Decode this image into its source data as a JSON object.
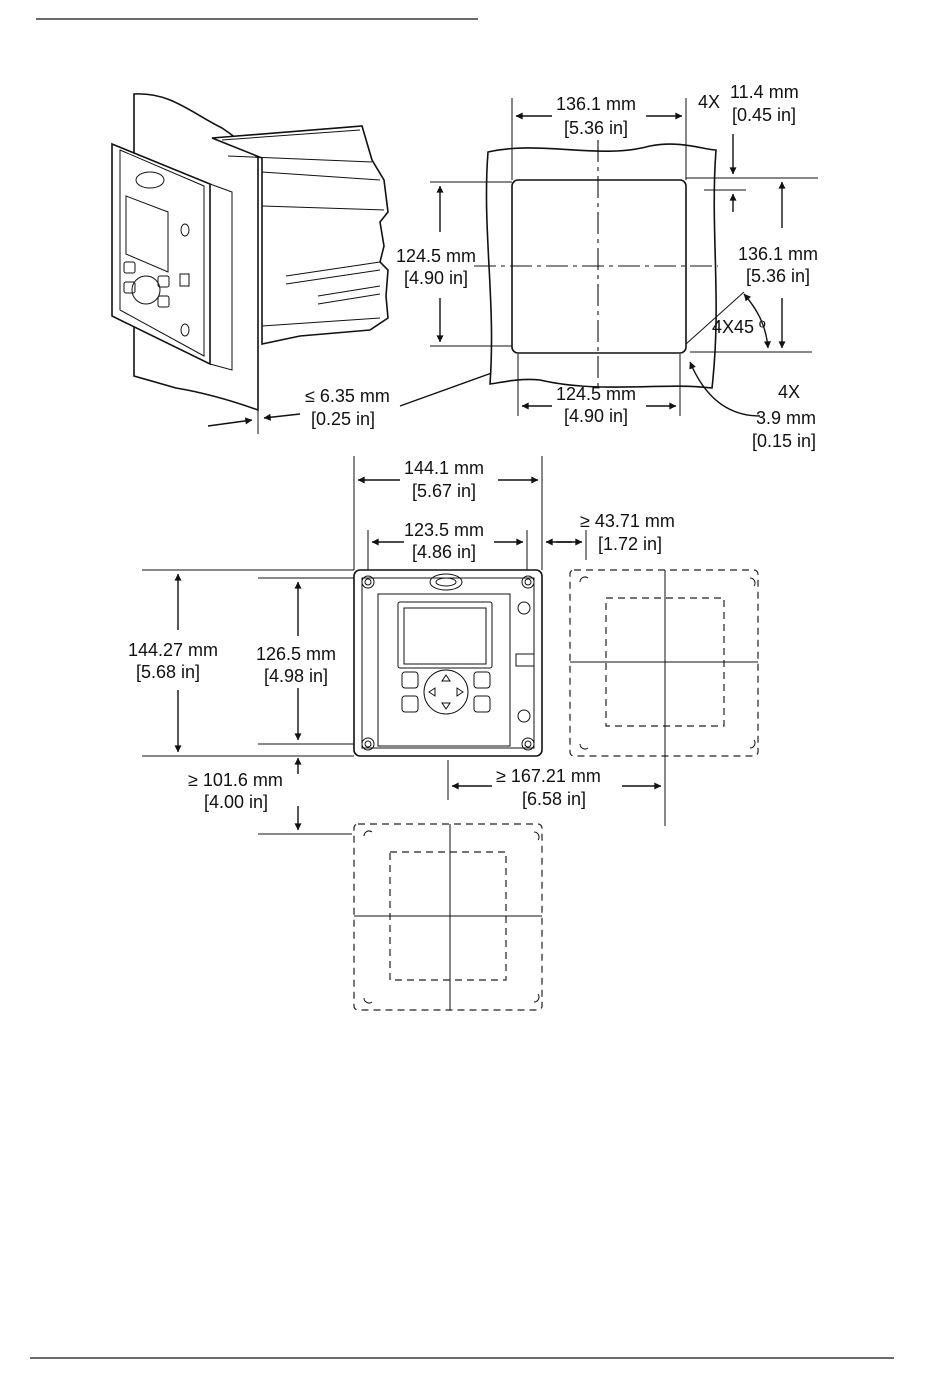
{
  "panel_cutout": {
    "width_mm": "136.1 mm",
    "width_in": "[5.36 in]",
    "corner_offset_count": "4X",
    "corner_offset_mm": "11.4 mm",
    "corner_offset_in": "[0.45 in]",
    "height_mm": "124.5 mm",
    "height_in": "[4.90 in]",
    "side_mm": "136.1 mm",
    "side_in": "[5.36 in]",
    "angle": "4X45 º",
    "bottom_mm": "124.5 mm",
    "bottom_in": "[4.90 in]",
    "radius_count": "4X",
    "radius_mm": "3.9 mm",
    "radius_in": "[0.15 in]",
    "thickness_mm": "≤ 6.35 mm",
    "thickness_in": "[0.25 in]"
  },
  "front_view": {
    "overall_width_mm": "144.1 mm",
    "overall_width_in": "[5.67 in]",
    "hole_width_mm": "123.5 mm",
    "hole_width_in": "[4.86 in]",
    "spacing_right_mm": "≥ 43.71 mm",
    "spacing_right_in": "[1.72 in]",
    "overall_height_mm": "144.27 mm",
    "overall_height_in": "[5.68 in]",
    "hole_height_mm": "126.5 mm",
    "hole_height_in": "[4.98 in]",
    "spacing_below_mm": "≥ 101.6 mm",
    "spacing_below_in": "[4.00 in]",
    "pitch_mm": "≥ 167.21 mm",
    "pitch_in": "[6.58 in]"
  }
}
